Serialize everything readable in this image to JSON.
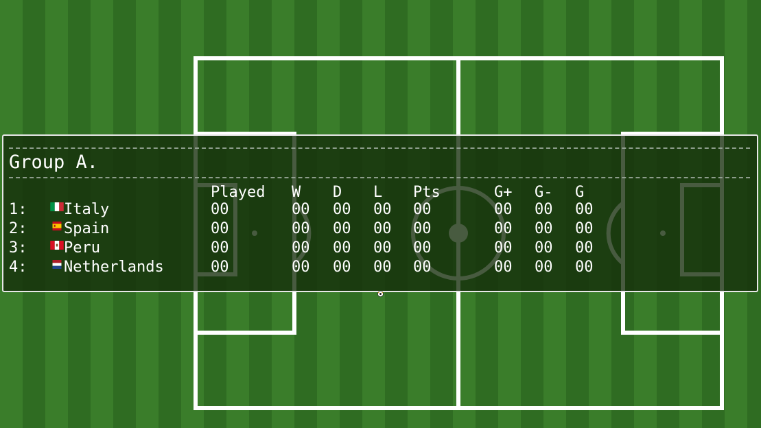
{
  "group": {
    "title": "Group A."
  },
  "columns": {
    "played": "Played",
    "w": "W",
    "d": "D",
    "l": "L",
    "pts": "Pts",
    "gplus": "G+",
    "gminus": "G-",
    "g": "G"
  },
  "teams": [
    {
      "rank": "1:",
      "name": "Italy",
      "flag": "italy-flag-icon",
      "played": "00",
      "w": "00",
      "d": "00",
      "l": "00",
      "pts": "00",
      "gplus": "00",
      "gminus": "00",
      "g": "00"
    },
    {
      "rank": "2:",
      "name": "Spain",
      "flag": "spain-flag-icon",
      "played": "00",
      "w": "00",
      "d": "00",
      "l": "00",
      "pts": "00",
      "gplus": "00",
      "gminus": "00",
      "g": "00"
    },
    {
      "rank": "3:",
      "name": "Peru",
      "flag": "peru-flag-icon",
      "played": "00",
      "w": "00",
      "d": "00",
      "l": "00",
      "pts": "00",
      "gplus": "00",
      "gminus": "00",
      "g": "00"
    },
    {
      "rank": "4:",
      "name": "Netherlands",
      "flag": "netherlands-flag-icon",
      "played": "00",
      "w": "00",
      "d": "00",
      "l": "00",
      "pts": "00",
      "gplus": "00",
      "gminus": "00",
      "g": "00"
    }
  ],
  "colors": {
    "pitch_light": "#3a7d2a",
    "pitch_dark": "#2f6c22",
    "lines": "#ffffff",
    "window_bg": "#142d0a"
  }
}
